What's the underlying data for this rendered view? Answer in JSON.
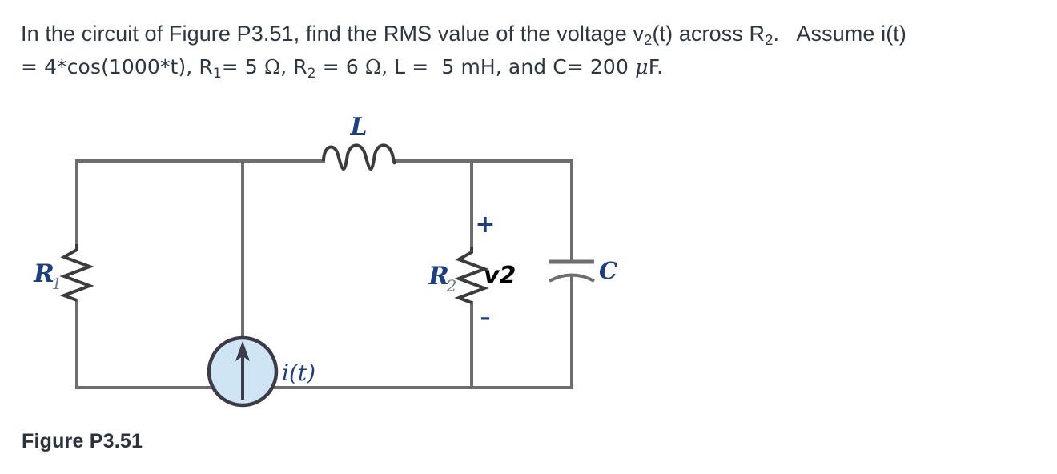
{
  "problem": {
    "line1_part1": "In the circuit of Figure P3.51, find the RMS value of the voltage v",
    "line1_sub1": "2",
    "line1_part2": "(t) across R",
    "line1_sub2": "2",
    "line1_part3": ".   Assume i(t)",
    "line2_part1": "= 4*cos(1000*t), R",
    "line2_sub1": "1",
    "line2_part2": "= 5 ",
    "line2_ohm1": "Ω",
    "line2_part3": ", R",
    "line2_sub2": "2",
    "line2_part4": " = 6 ",
    "line2_ohm2": "Ω",
    "line2_part5": ", L =  5 mH, and C= 200 ",
    "line2_mu": "μ",
    "line2_part6": "F."
  },
  "circuit": {
    "labels": {
      "inductor": "L",
      "resistor1": "R",
      "resistor1_sub": "1",
      "resistor2": "R",
      "resistor2_sub": "2",
      "capacitor": "C",
      "source": "i(t)",
      "voltage": "v2",
      "polarity_plus": "+",
      "polarity_minus": "–"
    },
    "colors": {
      "wire": "#6e6e6e",
      "component": "#3c3c3c",
      "label_blue": "#1f3f7a",
      "source_fill": "#cfe4f5",
      "source_stroke": "#3b3b4a",
      "voltage_label": "#000000",
      "polarity": "#1f3f7a"
    }
  },
  "caption": {
    "text": "Figure P3.51"
  }
}
